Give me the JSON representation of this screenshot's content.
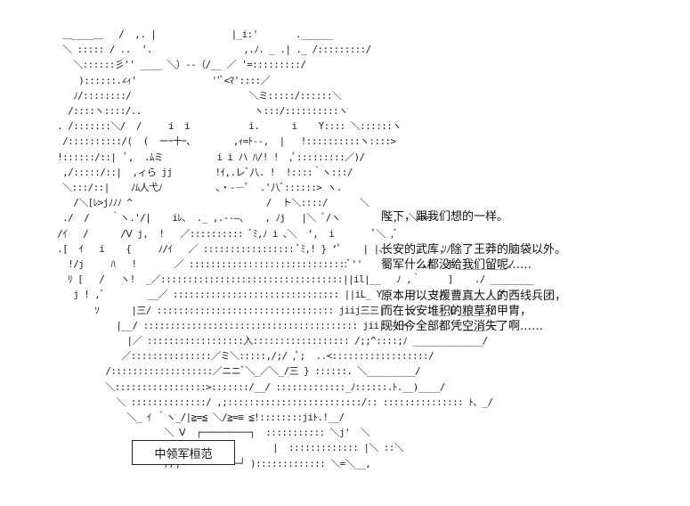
{
  "art": {
    "lines": [
      "       ＿____＿   /  ,. |              |_i:'       .______",
      "       ＼ ::::: / ..  '.                 ,.ﾉ. _ .| ._ /:::::::::/",
      "         ＼::::::彡'' ____ ＼）--（/__ ／ '=:::::::::/",
      "          )::::::.∠ｨ'              ''ﾞ<ﾏ'::::／",
      "         ﾉ/::::::::/                      ＼ミ:::::/::::::＼",
      "        /::::ヽ::::/..                     ヽ:::/::::::::::ヽ",
      "      . /:::::::＼/  /     i  i           i.      i    Y:::: ＼::::::ヽ",
      "       /::::::::::/(  (  ーｰ十ｰ、       ,ｨ=ﾄ--,  |   !::::::::::ヽ::::>",
      "      !::::::/::|  ﾟ,  .ﾑミ          i i ハ ﾊ/! !  ,ﾟ:::::::::／)/",
      "       ,/:::::/::|  ,ィら jj        !ｲ,.レﾞ八. !  !::::｀ヽ:::/",
      "       ＼:::/::|    ﾉﾑ人弋ﾉ          ､・-―ﾟ  .'八ﾞ::::::> ヽ.",
      "         /＼[ﾚ>jﾉﾉﾉ ^                         /  ト＼::::/      ＼",
      "       ./  /    ｀ヽ.'/|    iﾚ、 ._ ,.--―、   , ﾉj   |＼ ﾞ/ヽ        ＼,  ＼==-",
      "      /ｲ   /      /Ⅴ j,  !   ／:::::::::: ﾞﾐ,ﾉ i ､＼  ‘,  i       ﾟ＼ ,ﾞ",
      "      .[  ｲ   i    {     ﾉ/ｲ   ／ ::::::::::::::::: ﾞﾐ,! } ‘ﾟ    | |、     ,'   ｿ/＿",
      "        !/j     ﾊ   !       ／ ::::::::::::::::::::::::::::::ﾞ''           ,ﾉ   ]/_________ノ",
      "        ﾘ [   /   ヽ!  _／::::::::::::::::::::::::::::::::::||il|__   ﾉ ,｀     ]    ./ ________",
      "         j ! ,ﾞ        __／ ::::::::::::::::::::::::::::::: ||iL_ Y    ,／  .!/  ________/",
      "             ｿ      |三/ ::::::::::::::::::::::::::::::::: jiij三三|    ./  .___レ______/",
      "                 |__/ :::::::::::::::::::::::::::::::::::::::: jii|--一┐          ____ ,ﾞ",
      "                   |／ ::::::::::::::::::入:::::::::::::::::: /;;^::::;ﾉ _____________/",
      "                  ／:::::::::::::::／ミ＼:::::,/;/ ,ﾟ;  ..<::::::::::::::::::/",
      "               /:::::::::::::::::::／ニニﾞ＼_／＼_/三 } ::::::. ＼_________/",
      "               ＼:::::::::::::::::>:::::::/__/ :::::::::::::_ﾉ::::::.ﾄ.__)____/",
      "                 ＼ ::::::::::::::/ ,;:::::::::::::::::::::::::/:: ::::::::::::::: ﾄ、_/",
      "                   ＼_ ｲ ｀ヽ_/|≧=≦ ＼/≧=≡ ≦!::::::::jiﾄ.!__/",
      "                          ＼ Ⅴ  ┌─────────┐  ::::::::::: ＼j'  ＼",
      "                           Ⅴ  |               |  ::::::::::::: |＼ ::＼",
      "                          //, └─────────┘ )::::::::::::: ＼=＼__,"
    ]
  },
  "nameplate": {
    "label": "中领军桓范"
  },
  "dialogue": [
    "陛下，跟我们想的一样。",
    "长安的武库，除了王莽的脑袋以外。\n蜀军什么都没给我们留呢……",
    "原本用以支援曹真大人的西线兵团，\n而在长安堆积的粮草和甲胄，\n现如今全部都凭空消失了啊……"
  ]
}
